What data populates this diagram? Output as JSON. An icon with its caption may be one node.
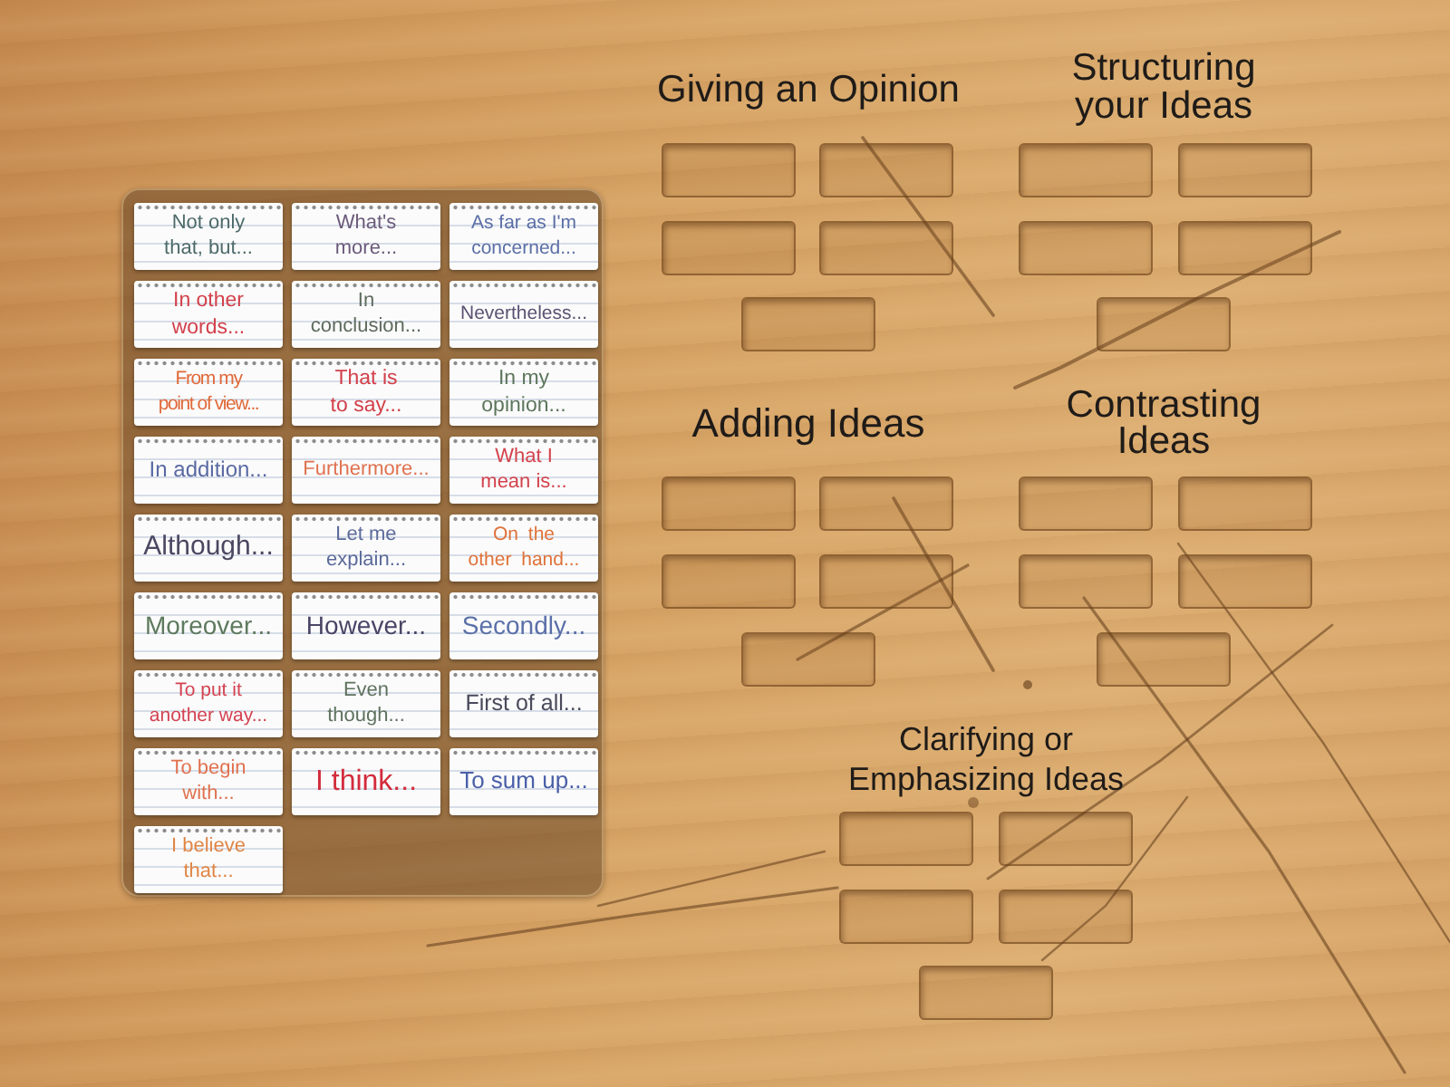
{
  "diagram": {
    "nodes": [
      {
        "text": [],
        "shape": "box"
      },
      {
        "text": [
          "Not only that, but..."
        ],
        "in": 0
      },
      {
        "text": [
          "What's more..."
        ],
        "in": 0
      },
      {
        "text": [
          "As far as I'm concerned..."
        ],
        "in": 0
      },
      {
        "text": [
          "In other words..."
        ],
        "in": 0
      },
      {
        "text": [
          "In conclusion..."
        ],
        "in": 0
      },
      {
        "text": [
          "Nevertheless..."
        ],
        "in": 0
      },
      {
        "text": [
          "From my point of view..."
        ],
        "in": 0
      },
      {
        "text": [
          "That is to say..."
        ],
        "in": 0
      },
      {
        "text": [
          "In my opinion..."
        ],
        "in": 0
      },
      {
        "text": [
          "In addition..."
        ],
        "in": 0
      },
      {
        "text": [
          "Furthermore..."
        ],
        "in": 0
      },
      {
        "text": [
          "What I mean is..."
        ],
        "in": 0
      },
      {
        "text": [
          "Although..."
        ],
        "in": 0
      },
      {
        "text": [
          "Let me explain..."
        ],
        "in": 0
      },
      {
        "text": [
          "On the other hand..."
        ],
        "in": 0
      },
      {
        "text": [
          "Moreover..."
        ],
        "in": 0
      },
      {
        "text": [
          "However..."
        ],
        "in": 0
      },
      {
        "text": [
          "Secondly..."
        ],
        "in": 0
      },
      {
        "text": [
          "To put it another way..."
        ],
        "in": 0
      },
      {
        "text": [
          "Even though..."
        ],
        "in": 0
      },
      {
        "text": [
          "First of all..."
        ],
        "in": 0
      },
      {
        "text": [
          "To begin with..."
        ],
        "in": 0
      },
      {
        "text": [
          "I think..."
        ],
        "in": 0
      },
      {
        "text": [
          "To sum up..."
        ],
        "in": 0
      },
      {
        "text": [
          "I believe that..."
        ],
        "in": 0
      },
      {
        "text": [],
        "shape": "box"
      },
      {
        "text": [],
        "shape": "box"
      },
      {
        "text": [],
        "shape": "box"
      },
      {
        "text": [],
        "shape": "box"
      },
      {
        "text": [],
        "shape": "box"
      },
      {
        "text": [],
        "shape": "box"
      },
      {
        "text": [],
        "shape": "box"
      },
      {
        "text": [],
        "shape": "box"
      },
      {
        "text": [],
        "shape": "box"
      },
      {
        "text": [],
        "shape": "box"
      },
      {
        "text": [],
        "shape": "box"
      },
      {
        "text": [],
        "shape": "box"
      },
      {
        "text": [],
        "shape": "box"
      },
      {
        "text": [],
        "shape": "box"
      },
      {
        "text": [],
        "shape": "box"
      },
      {
        "text": [],
        "shape": "box"
      },
      {
        "text": [],
        "shape": "box"
      },
      {
        "text": [],
        "shape": "box"
      },
      {
        "text": [],
        "shape": "box"
      },
      {
        "text": [],
        "shape": "box"
      },
      {
        "text": [],
        "shape": "box"
      },
      {
        "text": [],
        "shape": "box"
      },
      {
        "text": [],
        "shape": "box"
      },
      {
        "text": [],
        "shape": "box"
      },
      {
        "text": [],
        "shape": "box"
      }
    ],
    "labels": [
      "Giving an Opinion",
      "Structuring your Ideas",
      "Adding Ideas",
      "Contrasting Ideas",
      "Clarifying or Emphasizing Ideas"
    ]
  }
}
